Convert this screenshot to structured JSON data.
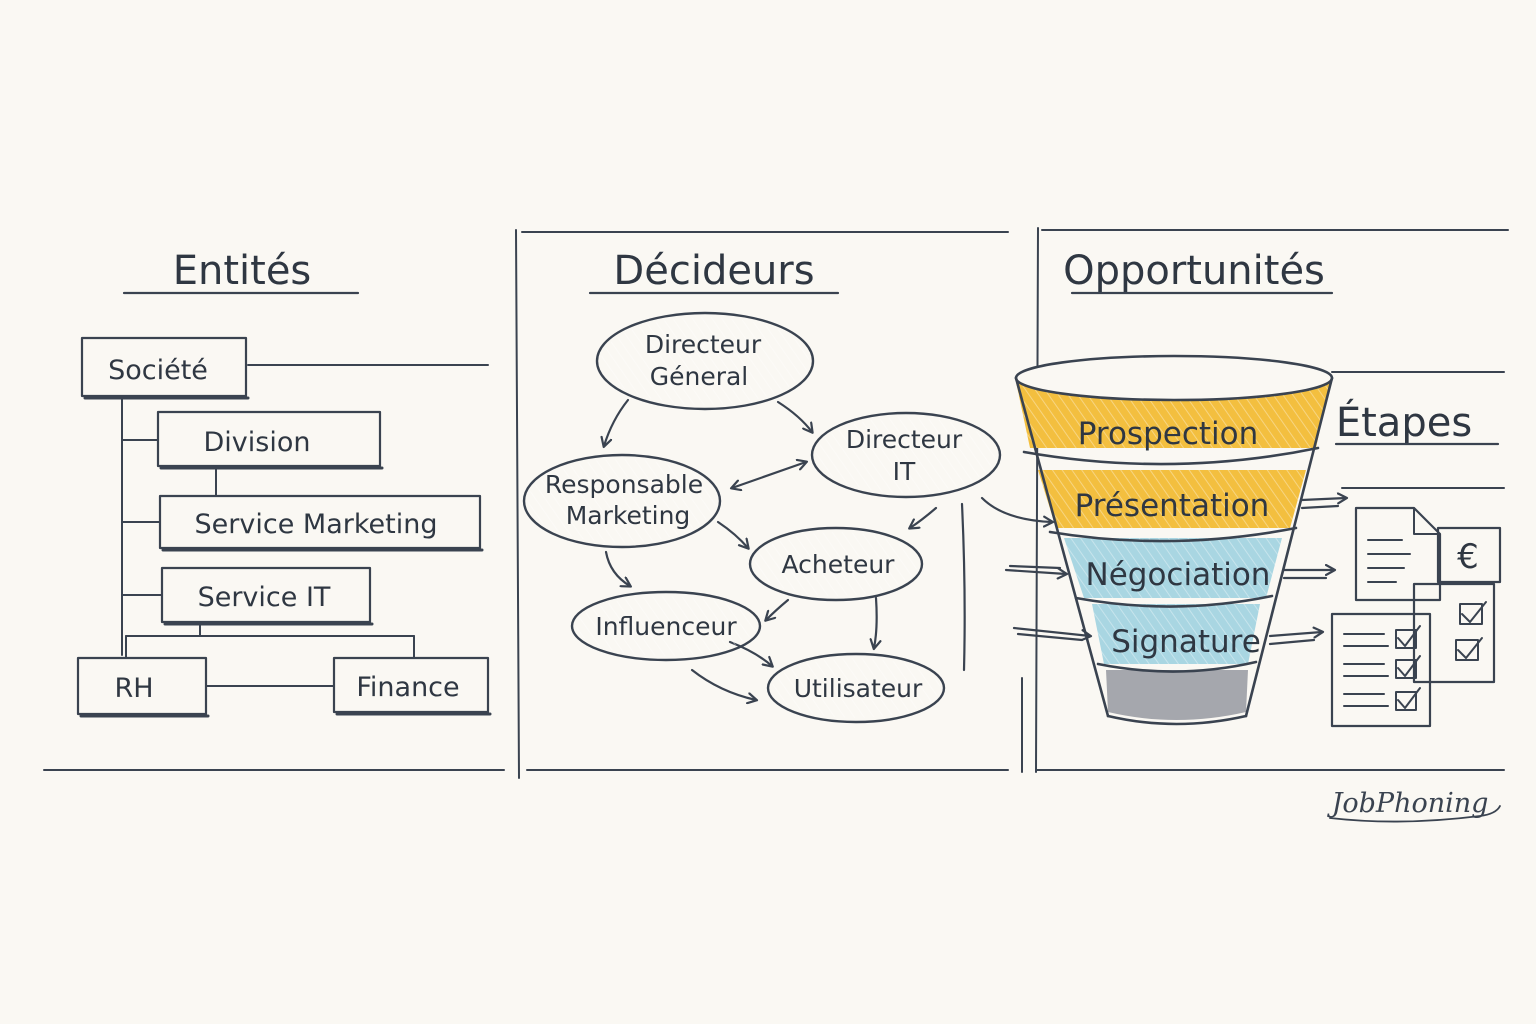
{
  "panels": {
    "entites": {
      "title": "Entités",
      "boxes": {
        "societe": "Société",
        "division": "Division",
        "marketing": "Service Marketing",
        "it": "Service IT",
        "rh": "RH",
        "finance": "Finance"
      }
    },
    "decideurs": {
      "title": "Décideurs",
      "nodes": {
        "dg_1": "Directeur",
        "dg_2": "Géneral",
        "dit_1": "Directeur",
        "dit_2": "IT",
        "rm_1": "Responsable",
        "rm_2": "Marketing",
        "acheteur": "Acheteur",
        "influenceur": "Influenceur",
        "utilisateur": "Utilisateur"
      }
    },
    "opportunites": {
      "title": "Opportunités",
      "stages": [
        "Prospection",
        "Présentation",
        "Négociation",
        "Signature"
      ],
      "etapes_title": "Étapes",
      "euro_symbol": "€"
    }
  },
  "brand": {
    "logo_text": "JobPhoning"
  },
  "colors": {
    "background": "#faf8f3",
    "ink": "#3a4350",
    "yellow": "#f3bf3f",
    "blue": "#a9d6e2",
    "gray": "#a5a7ad"
  }
}
